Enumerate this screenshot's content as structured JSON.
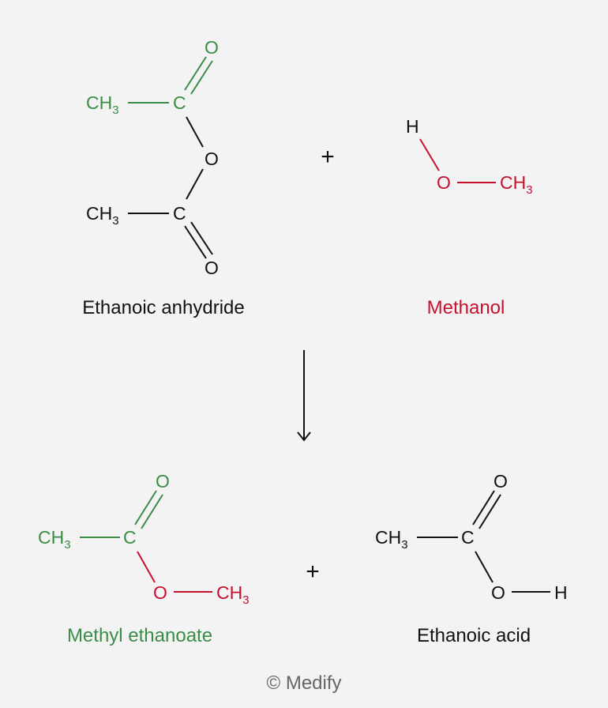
{
  "colors": {
    "green": "#3a8d45",
    "red": "#c8102e",
    "black": "#111111",
    "gray": "#666666",
    "background": "#f3f3f3"
  },
  "atoms": {
    "carbon": "C",
    "oxygen": "O",
    "hydrogen": "H",
    "methyl_main": "CH",
    "methyl_subscript": "3"
  },
  "operators": {
    "plus": "+"
  },
  "labels": {
    "ethanoic_anhydride": "Ethanoic anhydride",
    "methanol": "Methanol",
    "methyl_ethanoate": "Methyl ethanoate",
    "ethanoic_acid": "Ethanoic acid"
  },
  "credit": "© Medify"
}
